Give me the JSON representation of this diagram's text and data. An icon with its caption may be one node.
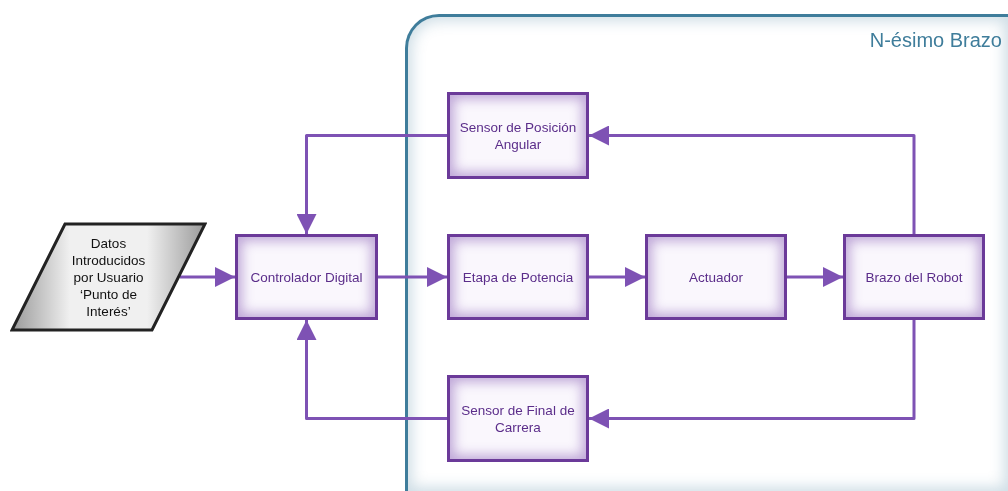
{
  "diagram": {
    "nodes": [
      {
        "text": [
          "N-ésimo Brazo"
        ]
      },
      {
        "text": [
          "Datos Introducidos por Usuario ‘Punto de Interés’"
        ]
      },
      {
        "text": [
          "Controlador Digital"
        ]
      },
      {
        "text": [
          "Sensor de Posición Angular"
        ],
        "in": 0
      },
      {
        "text": [
          "Etapa de Potencia"
        ],
        "in": 0
      },
      {
        "text": [
          "Actuador"
        ],
        "in": 0
      },
      {
        "text": [
          "Brazo del Robot"
        ],
        "in": 0
      },
      {
        "text": [
          "Sensor de Final de Carrera"
        ],
        "in": 0
      }
    ],
    "edges": [
      {
        "from": 1,
        "to": 2,
        "arrow": "to"
      },
      {
        "from": 2,
        "to": 4,
        "arrow": "to"
      },
      {
        "from": 4,
        "to": 5,
        "arrow": "to"
      },
      {
        "from": 5,
        "to": 6,
        "arrow": "to"
      },
      {
        "from": 6,
        "to": 3,
        "arrow": "to"
      },
      {
        "from": 3,
        "to": 2,
        "arrow": "to"
      },
      {
        "from": 6,
        "to": 7,
        "arrow": "to"
      },
      {
        "from": 7,
        "to": 2,
        "arrow": "to"
      }
    ]
  }
}
